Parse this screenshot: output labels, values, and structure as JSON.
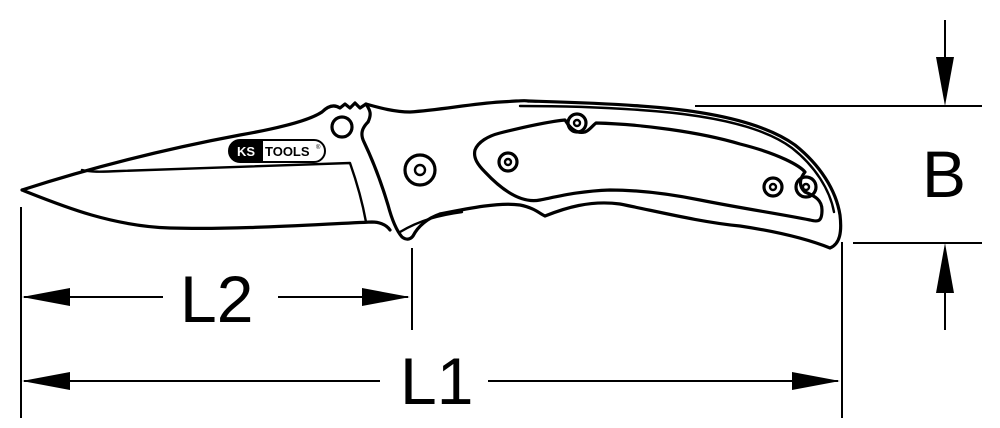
{
  "drawing": {
    "subject": "folding knife",
    "brand_logo": {
      "left": "KS",
      "right": "TOOLS",
      "trademark": "®"
    },
    "dimensions": {
      "overall_length": {
        "label": "L1"
      },
      "blade_length": {
        "label": "L2"
      },
      "width": {
        "label": "B"
      }
    },
    "colors": {
      "line": "#000000",
      "background": "#ffffff"
    }
  }
}
